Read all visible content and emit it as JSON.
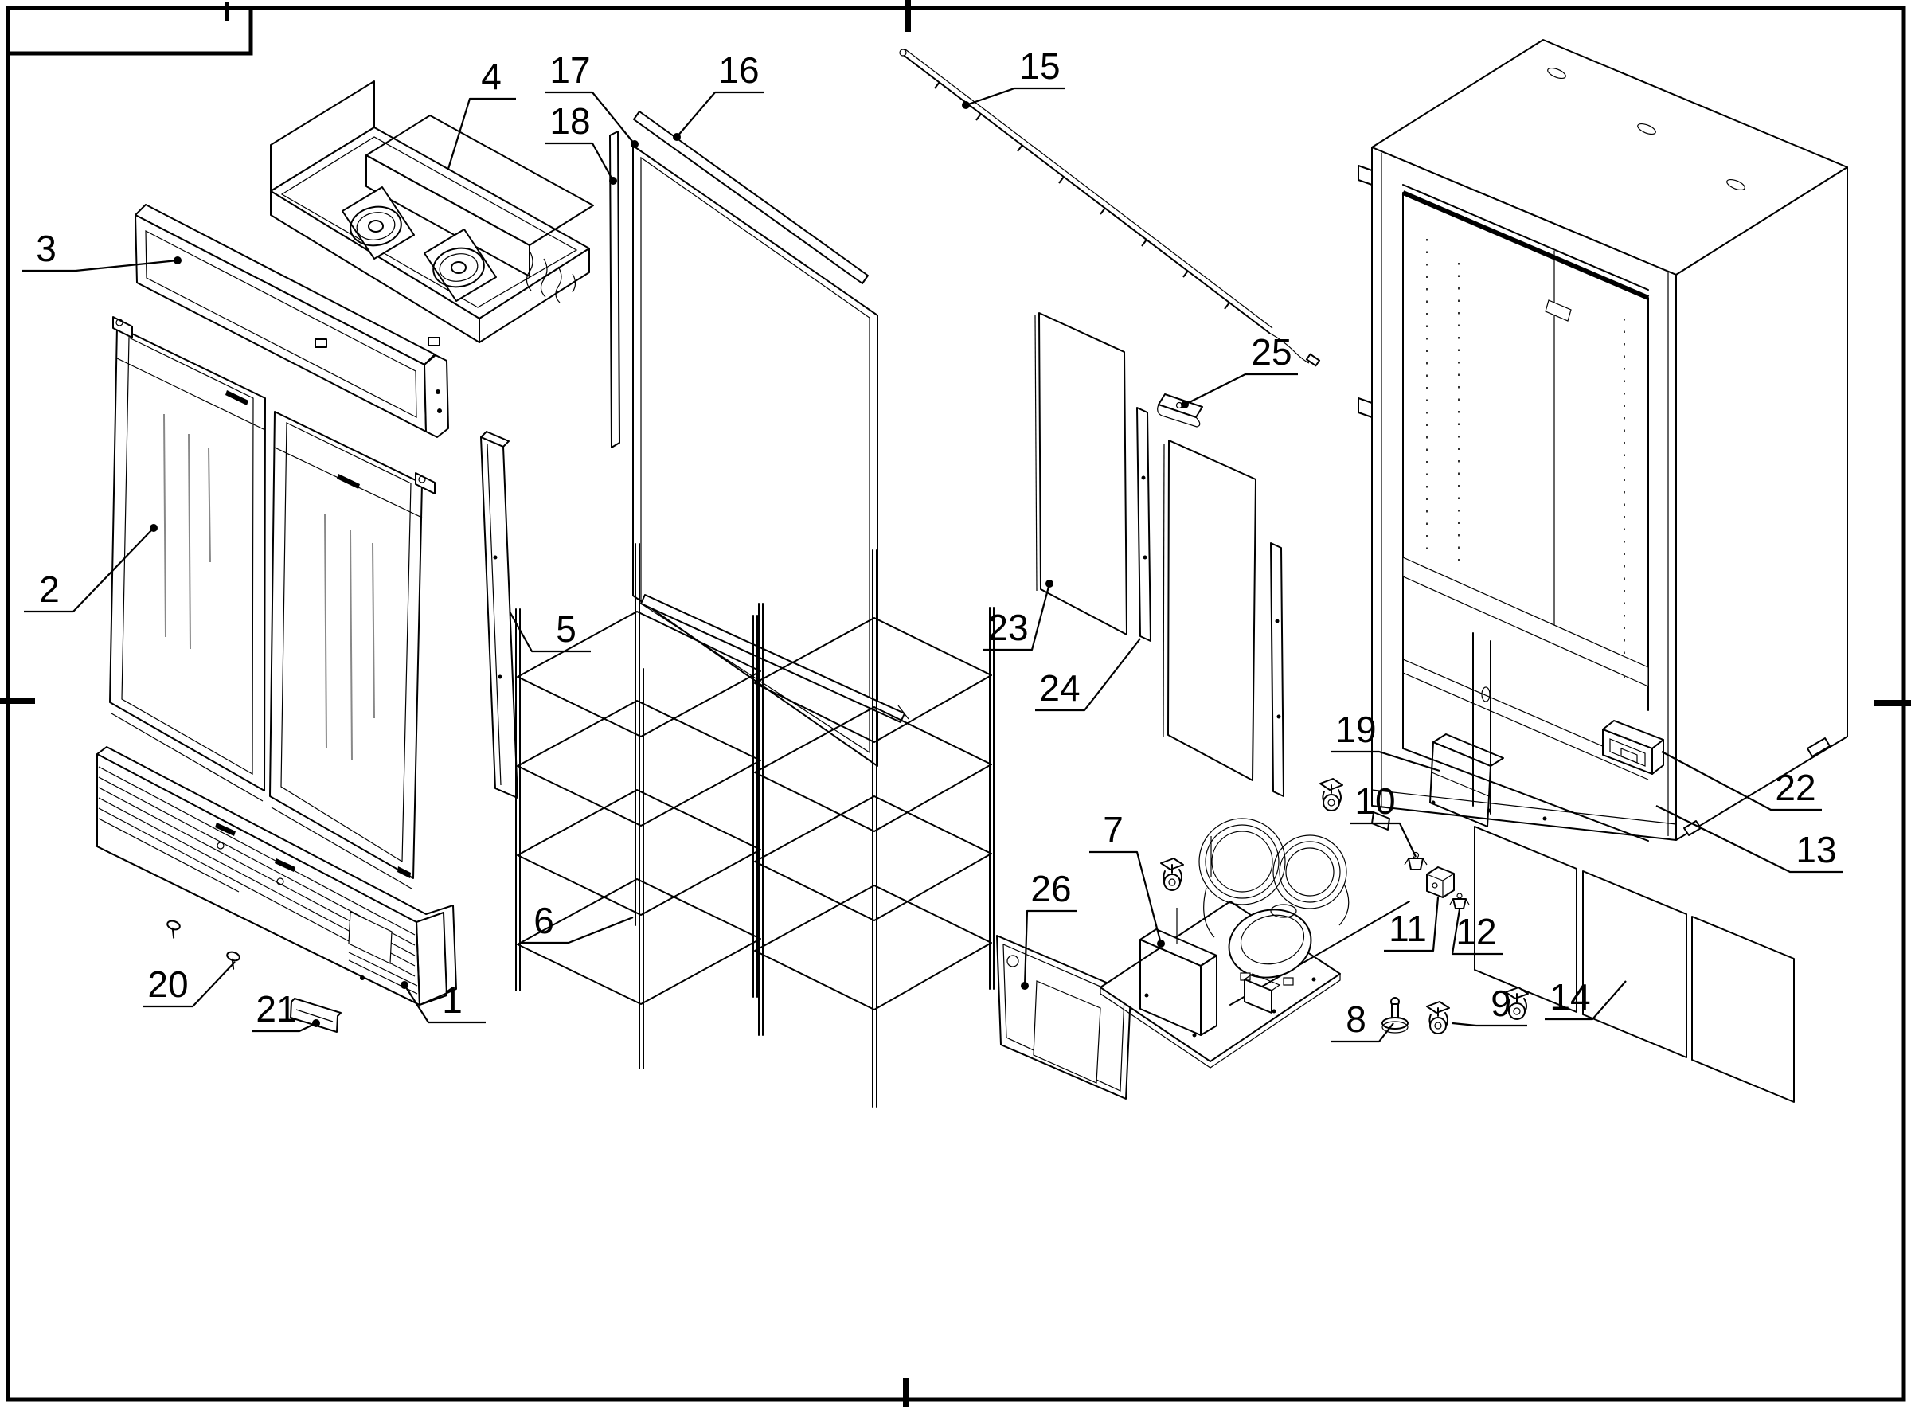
{
  "figure": {
    "background_color": "#ffffff",
    "line_color": "#000000",
    "type": "exploded-parts-diagram"
  },
  "callouts": {
    "c1": {
      "label": "1"
    },
    "c2": {
      "label": "2"
    },
    "c3": {
      "label": "3"
    },
    "c4": {
      "label": "4"
    },
    "c5": {
      "label": "5"
    },
    "c6": {
      "label": "6"
    },
    "c7": {
      "label": "7"
    },
    "c8": {
      "label": "8"
    },
    "c9": {
      "label": "9"
    },
    "c10": {
      "label": "10"
    },
    "c11": {
      "label": "11"
    },
    "c12": {
      "label": "12"
    },
    "c13": {
      "label": "13"
    },
    "c14": {
      "label": "14"
    },
    "c15": {
      "label": "15"
    },
    "c16": {
      "label": "16"
    },
    "c17": {
      "label": "17"
    },
    "c18": {
      "label": "18"
    },
    "c19": {
      "label": "19"
    },
    "c20": {
      "label": "20"
    },
    "c21": {
      "label": "21"
    },
    "c22": {
      "label": "22"
    },
    "c23": {
      "label": "23"
    },
    "c24": {
      "label": "24"
    },
    "c25": {
      "label": "25"
    },
    "c26": {
      "label": "26"
    }
  }
}
